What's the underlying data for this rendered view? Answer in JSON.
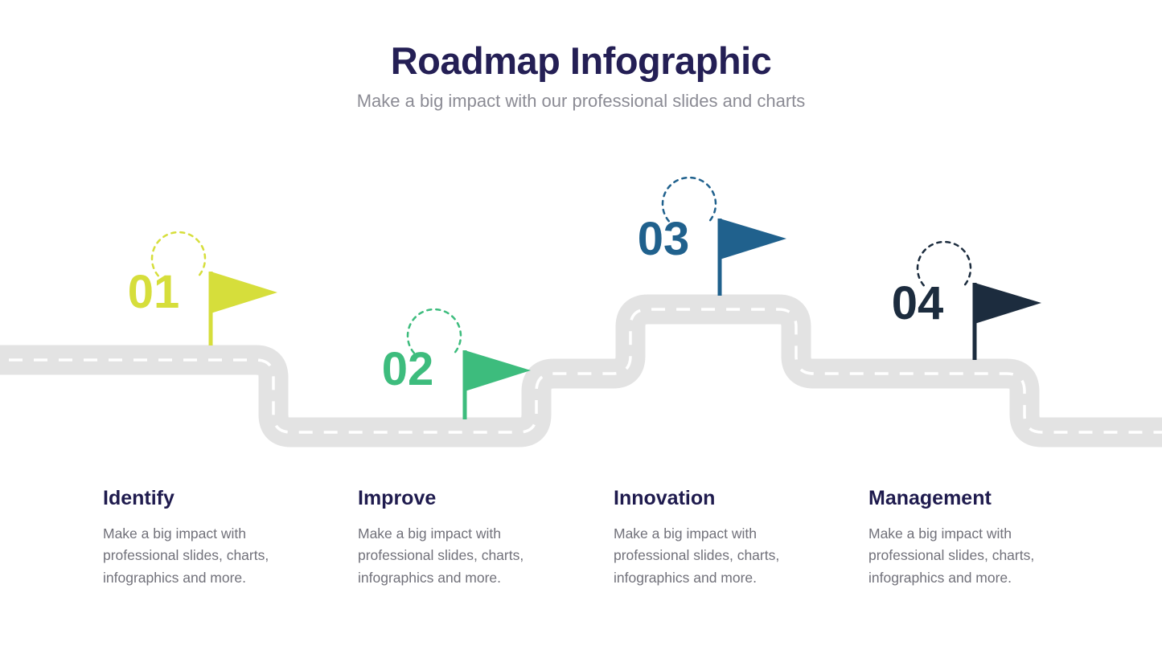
{
  "header": {
    "title": "Roadmap Infographic",
    "subtitle": "Make a big impact with our professional slides and charts"
  },
  "road": {
    "color": "#e3e3e3",
    "dash_color": "#ffffff"
  },
  "milestones": [
    {
      "number": "01",
      "label": "Identify",
      "description": "Make a big impact with professional slides, charts, infographics and more.",
      "color": "#d6de3b"
    },
    {
      "number": "02",
      "label": "Improve",
      "description": "Make a big impact with professional slides, charts, infographics and more.",
      "color": "#3dbc7d"
    },
    {
      "number": "03",
      "label": "Innovation",
      "description": "Make a big impact with professional slides, charts, infographics and more.",
      "color": "#20618d"
    },
    {
      "number": "04",
      "label": "Management",
      "description": "Make a big impact with professional slides, charts, infographics and more.",
      "color": "#1c2c3e"
    }
  ]
}
